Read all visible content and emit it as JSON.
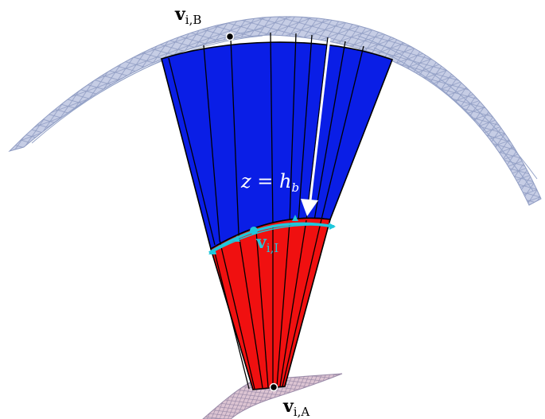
{
  "labels": {
    "vB_main": "v",
    "vB_sub": "i,B",
    "vI_main": "v",
    "vI_sub": "i,I",
    "vA_main": "v",
    "vA_sub": "i,A",
    "z_text": "z = h",
    "z_sub": "b"
  },
  "colors": {
    "upper_region": "#0a1ee6",
    "lower_region": "#f01010",
    "interface_curve": "#1fc8dc",
    "mesh_fill": "#b8c2de",
    "mesh_stroke": "#7f8db8",
    "arrow": "#ffffff",
    "outline": "#000000"
  }
}
